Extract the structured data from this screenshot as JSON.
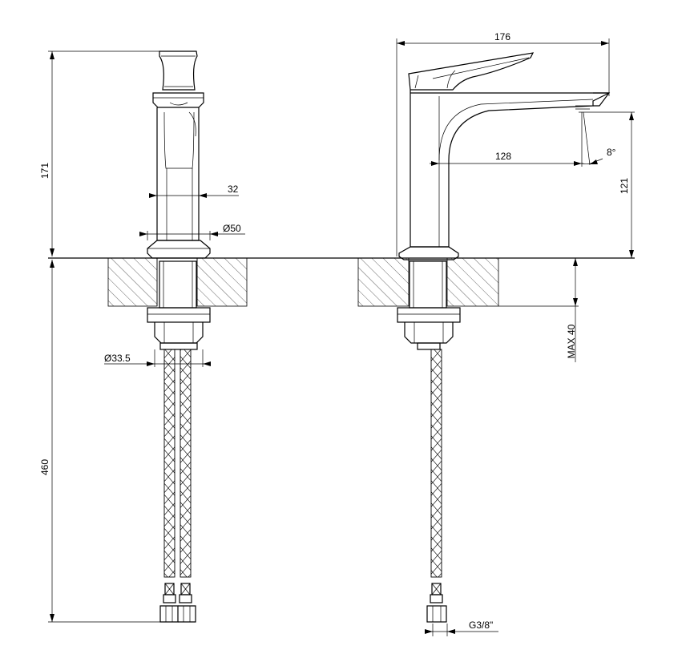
{
  "dimensions": {
    "overall_height_top": "171",
    "lower_length": "460",
    "body_width": "32",
    "base_diameter": "Ø50",
    "thread_diameter": "Ø33.5",
    "overall_depth": "176",
    "spout_reach": "128",
    "spout_angle": "8°",
    "spout_height": "121",
    "max_deck": "MAX 40",
    "connection": "G3/8\""
  }
}
